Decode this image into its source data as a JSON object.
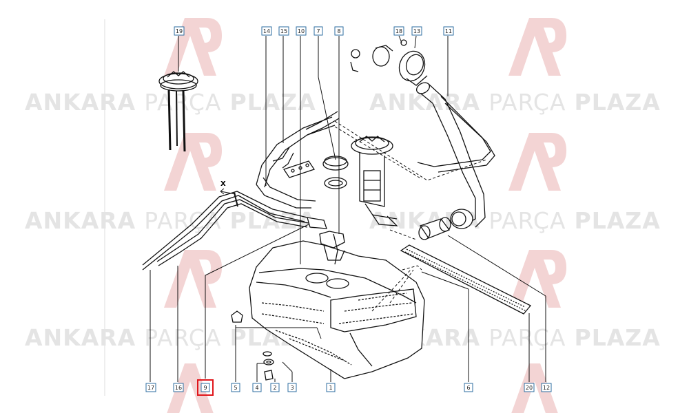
{
  "watermark": {
    "word1": "ANKARA",
    "word2": "PARÇA",
    "word3": "PLAZA"
  },
  "callouts": [
    {
      "id": "19",
      "label": "19"
    },
    {
      "id": "14",
      "label": "14"
    },
    {
      "id": "15",
      "label": "15"
    },
    {
      "id": "10",
      "label": "10"
    },
    {
      "id": "7",
      "label": "7"
    },
    {
      "id": "8",
      "label": "8"
    },
    {
      "id": "18",
      "label": "18"
    },
    {
      "id": "13",
      "label": "13"
    },
    {
      "id": "11",
      "label": "11"
    },
    {
      "id": "17",
      "label": "17"
    },
    {
      "id": "16",
      "label": "16"
    },
    {
      "id": "9",
      "label": "9"
    },
    {
      "id": "5",
      "label": "5"
    },
    {
      "id": "4",
      "label": "4"
    },
    {
      "id": "2",
      "label": "2"
    },
    {
      "id": "3",
      "label": "3"
    },
    {
      "id": "1",
      "label": "1"
    },
    {
      "id": "6",
      "label": "6"
    },
    {
      "id": "20",
      "label": "20"
    },
    {
      "id": "12",
      "label": "12"
    }
  ],
  "annotation_x": "X",
  "highlight_color": "#e0161b",
  "callout_border_color": "#2e6ea0",
  "logo_color": "#f3d4d4"
}
